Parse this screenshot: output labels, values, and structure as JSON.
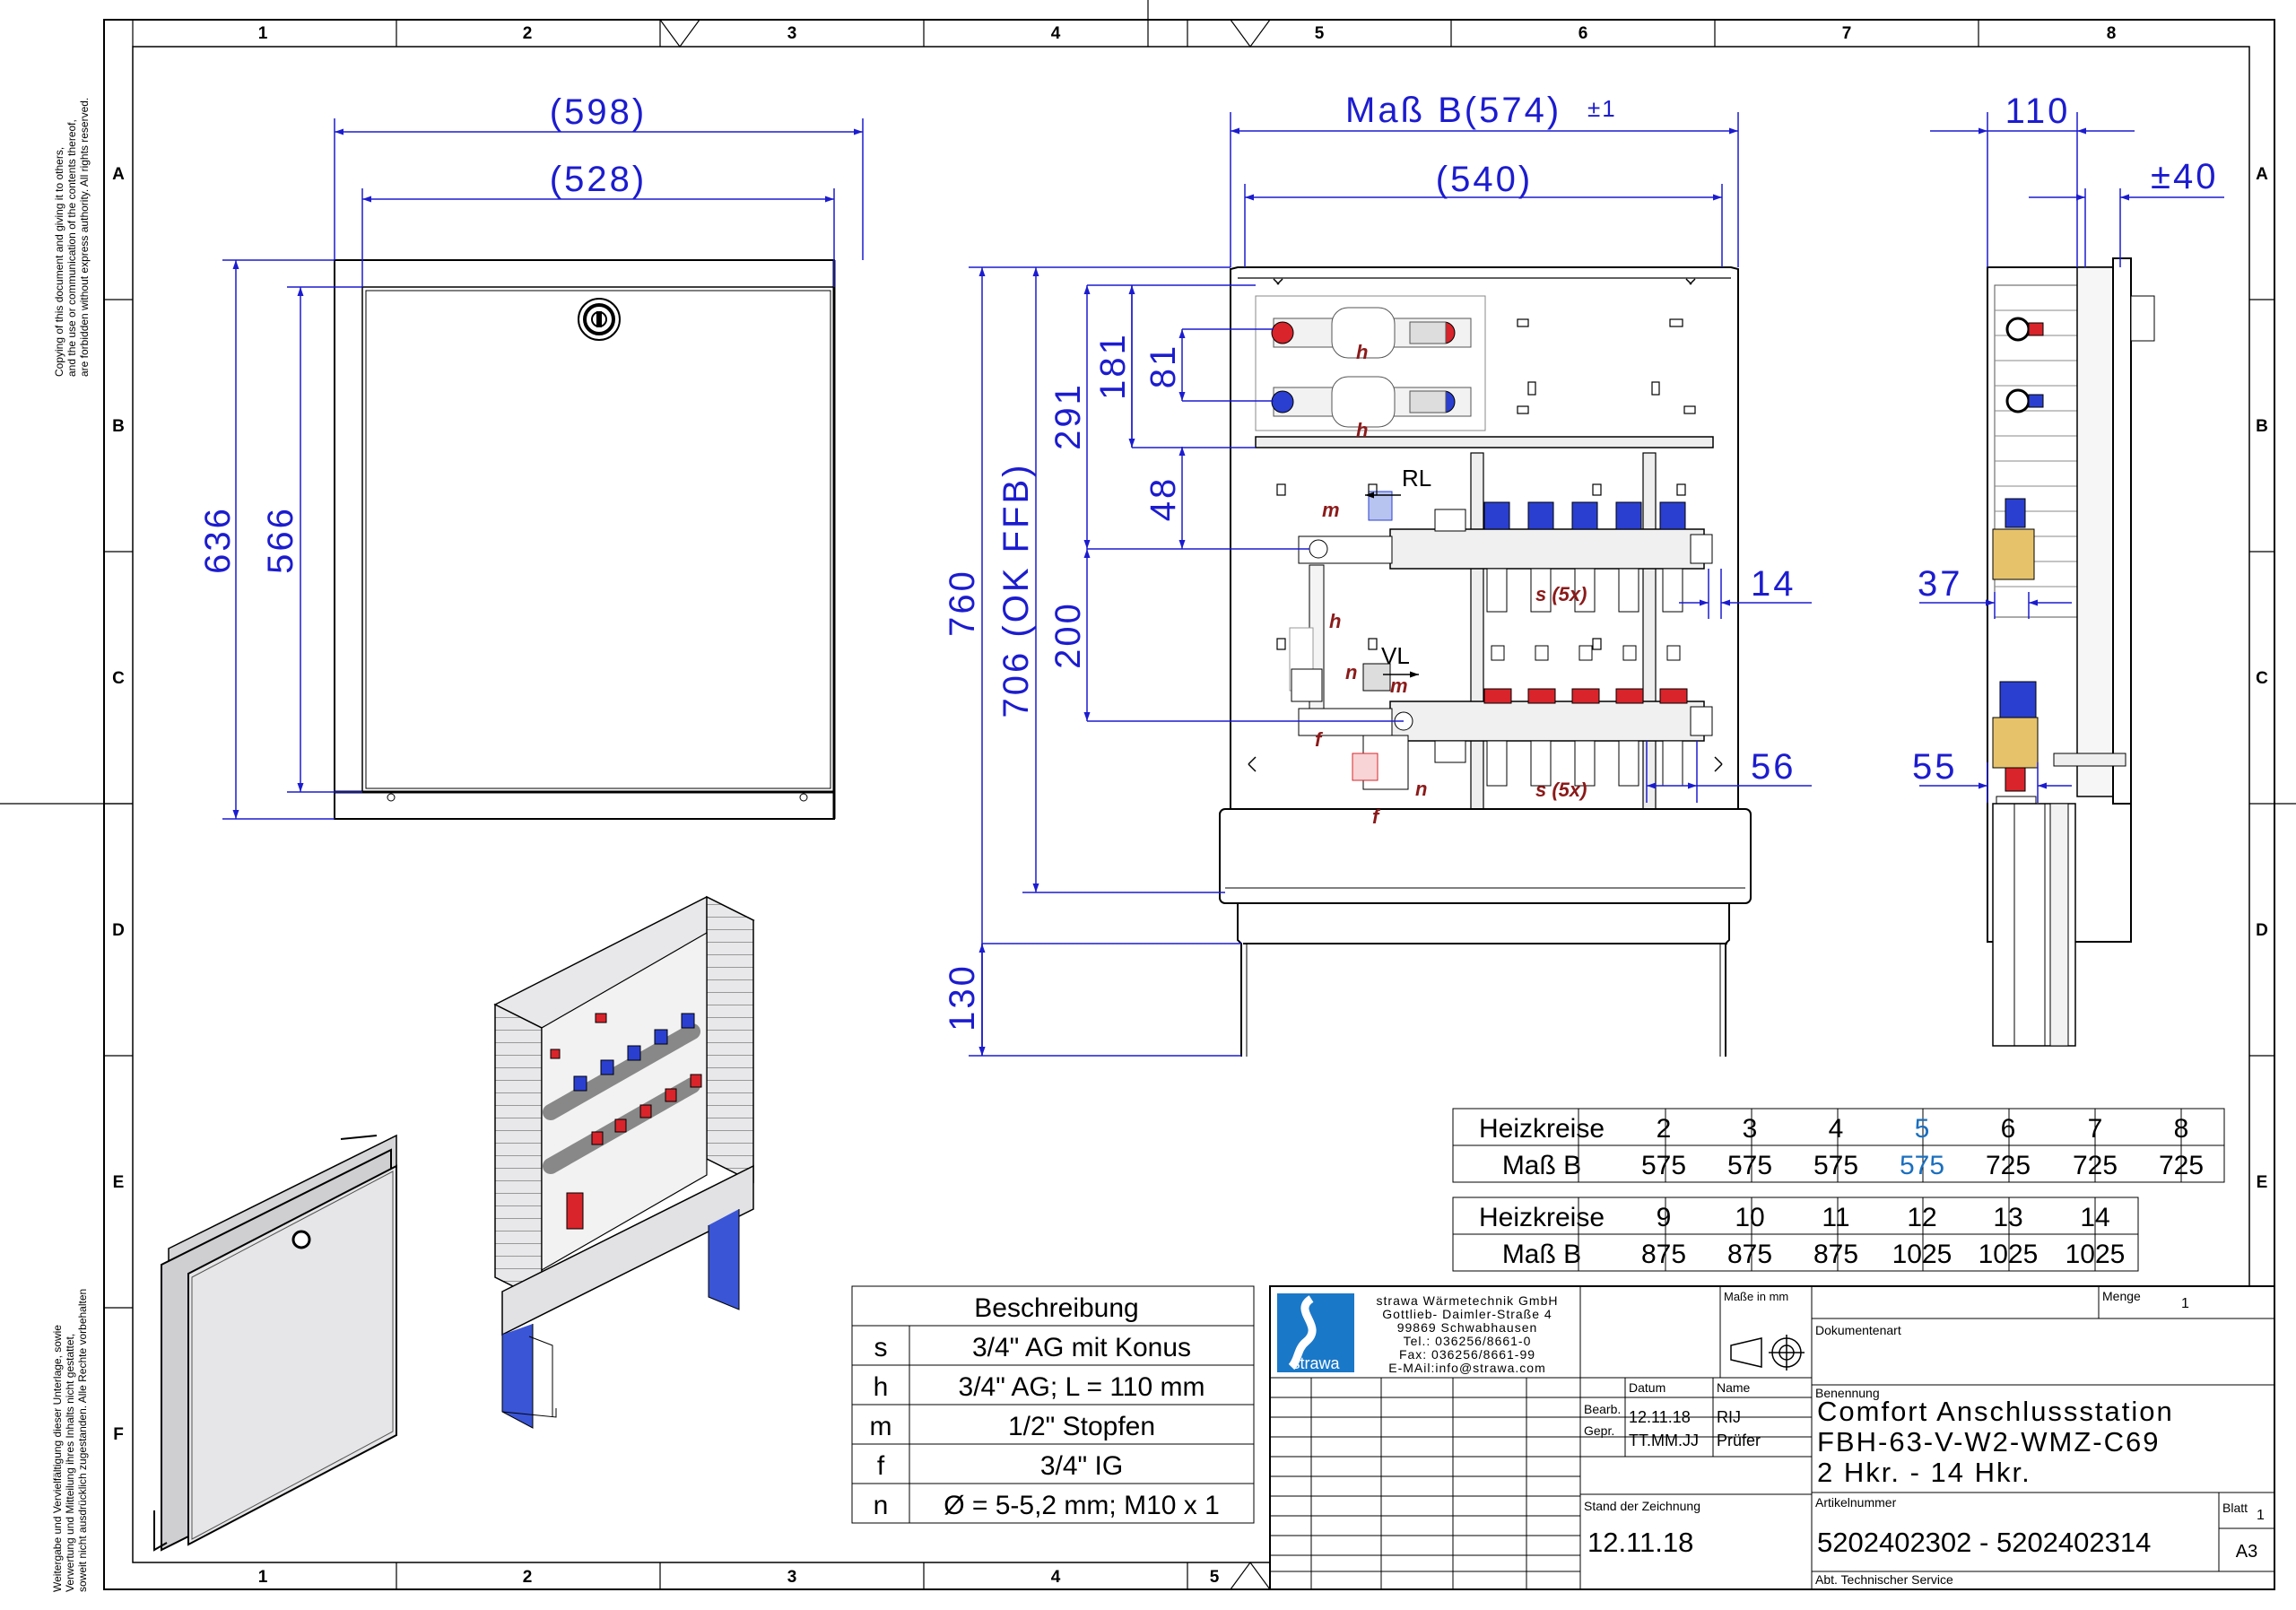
{
  "frame": {
    "columns": [
      "1",
      "2",
      "3",
      "4",
      "5",
      "6",
      "7",
      "8"
    ],
    "rows": [
      "A",
      "B",
      "C",
      "D",
      "E",
      "F"
    ],
    "copyright_right": [
      "Copying of this document and giving it to others,",
      "and the use or communication of the contents thereof,",
      "are forbidden without express authority. All rights reserved."
    ],
    "copyright_left": [
      "Weitergabe und Vervielfältigung dieser Unterlage, sowie",
      "Verwertung und Mitteilung ihres Inhalts nicht gestattet,",
      "soweit nicht ausdrücklich zugestanden. Alle Rechte vorbehalten"
    ]
  },
  "front_view": {
    "dim_width_outer": "(598)",
    "dim_width_inner": "(528)",
    "dim_height_outer": "636",
    "dim_height_inner": "566"
  },
  "manifold_view": {
    "dim_width_b": "Maß B(574)",
    "dim_tolerance": "±1",
    "dim_width_540": "(540)",
    "dim_760": "760",
    "dim_706": "706 (OK FFB)",
    "dim_291": "291",
    "dim_181": "181",
    "dim_81": "81",
    "dim_48": "48",
    "dim_200": "200",
    "dim_130": "130",
    "dim_14": "14",
    "dim_56": "56",
    "label_rl": "RL",
    "label_vl": "VL",
    "label_h": "h",
    "label_m": "m",
    "label_n": "n",
    "label_f": "f",
    "label_s5x": "s (5x)"
  },
  "side_view": {
    "dim_110": "110",
    "dim_pm40": "±40",
    "dim_37": "37",
    "dim_55": "55"
  },
  "size_table": {
    "row1": {
      "label_circuits": "Heizkreise",
      "label_mass": "Maß B",
      "circuits": [
        "2",
        "3",
        "4",
        "5",
        "6",
        "7",
        "8"
      ],
      "mass": [
        "575",
        "575",
        "575",
        "575",
        "725",
        "725",
        "725"
      ]
    },
    "row2": {
      "label_circuits": "Heizkreise",
      "label_mass": "Maß B",
      "circuits": [
        "9",
        "10",
        "11",
        "12",
        "13",
        "14"
      ],
      "mass": [
        "875",
        "875",
        "875",
        "1025",
        "1025",
        "1025"
      ]
    },
    "highlight_color": "#1a6fbf"
  },
  "legend": {
    "title": "Beschreibung",
    "rows": [
      {
        "key": "s",
        "desc": "3/4\" AG mit Konus"
      },
      {
        "key": "h",
        "desc": "3/4\" AG; L = 110 mm"
      },
      {
        "key": "m",
        "desc": "1/2\" Stopfen"
      },
      {
        "key": "f",
        "desc": "3/4\" IG"
      },
      {
        "key": "n",
        "desc": "Ø = 5-5,2 mm; M10 x 1"
      }
    ]
  },
  "title_block": {
    "company_lines": [
      "strawa Wärmetechnik GmbH",
      "Gottlieb- Daimler-Straße 4",
      "99869 Schwabhausen",
      "Tel.: 036256/8661-0",
      "Fax: 036256/8661-99",
      "E-MAil:info@strawa.com"
    ],
    "logo_text": "strawa",
    "label_units": "Maße in mm",
    "label_quantity": "Menge",
    "quantity": "1",
    "label_doc_type": "Dokumentenart",
    "label_date": "Datum",
    "label_name": "Name",
    "label_designation": "Benennung",
    "label_bearb": "Bearb.",
    "label_gepr": "Gepr.",
    "bearb_date": "12.11.18",
    "bearb_name": "RIJ",
    "gepr_date": "TT.MM.JJ",
    "gepr_name": "Prüfer",
    "designation_lines": [
      "Comfort Anschlussstation",
      "FBH-63-V-W2-WMZ-C69",
      "2 Hkr. - 14 Hkr."
    ],
    "label_drawing_date": "Stand der Zeichnung",
    "drawing_date": "12.11.18",
    "label_article": "Artikelnummer",
    "article_number": "5202402302 - 5202402314",
    "label_sheet": "Blatt",
    "sheet": "1",
    "format": "A3",
    "department": "Abt. Technischer Service"
  },
  "colors": {
    "dimension": "#1c1ccf",
    "annotation": "#8b1a1a",
    "valve_red": "#d8242a",
    "valve_blue": "#2a3fd0"
  }
}
